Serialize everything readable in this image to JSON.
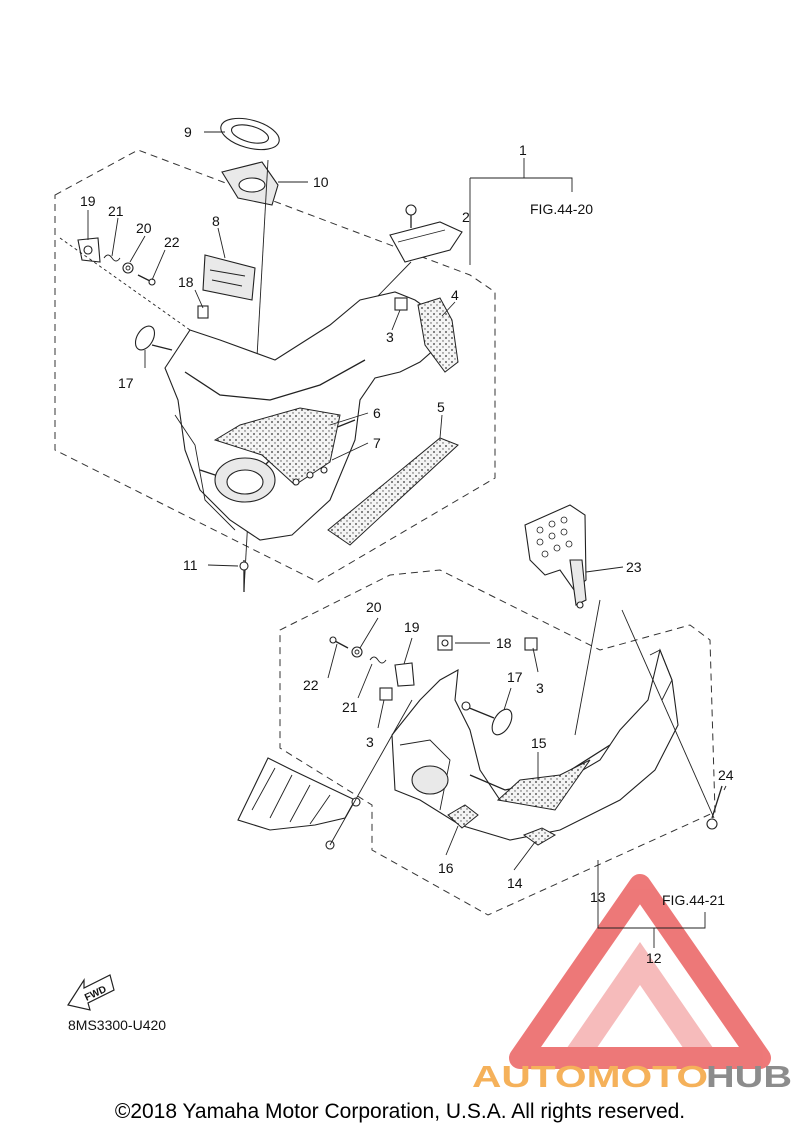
{
  "diagram": {
    "part_numbers": [
      "1",
      "2",
      "3",
      "3",
      "3",
      "4",
      "5",
      "6",
      "7",
      "8",
      "9",
      "10",
      "11",
      "12",
      "13",
      "14",
      "15",
      "16",
      "17",
      "17",
      "18",
      "18",
      "19",
      "19",
      "20",
      "20",
      "21",
      "21",
      "22",
      "22",
      "23",
      "24"
    ],
    "fig_refs": {
      "upper": "FIG.44-20",
      "lower": "FIG.44-21"
    },
    "fwd_label": "FWD",
    "drawing_code": "8MS3300-U420",
    "watermark": {
      "text_a": "AUTOMOTO",
      "text_b": "HUB",
      "color_a": "#f5b15a",
      "color_b": "#8c8c8c",
      "logo_color": "#e84c4c"
    },
    "copyright": "©2018 Yamaha Motor Corporation, U.S.A. All rights reserved."
  }
}
